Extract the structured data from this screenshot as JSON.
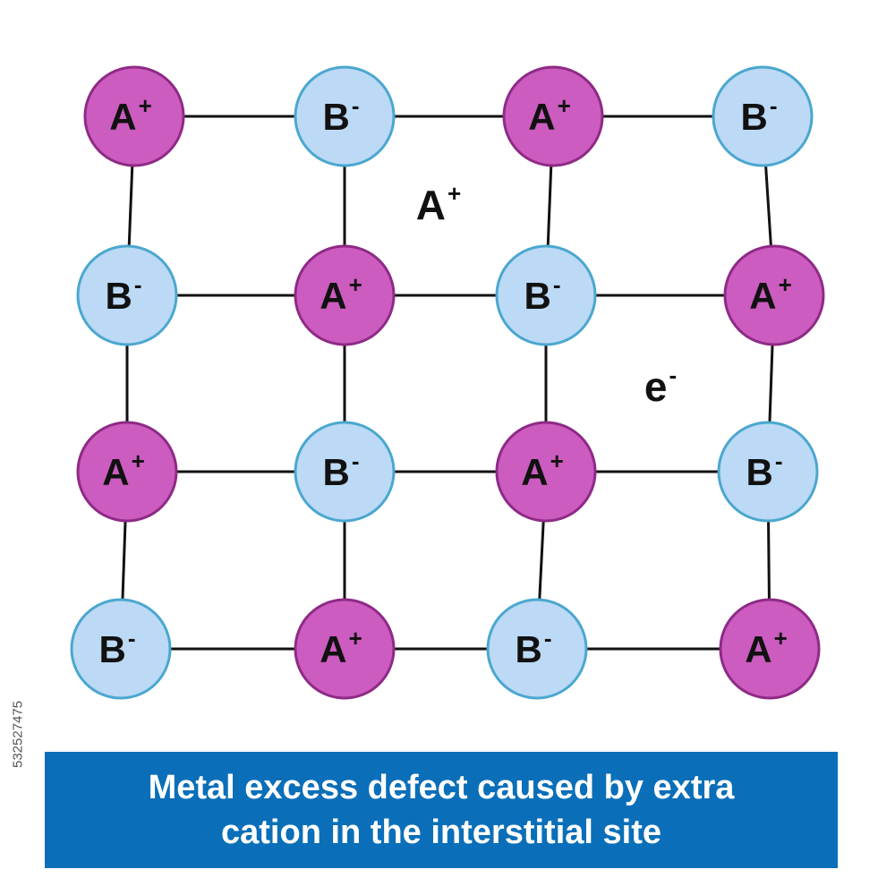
{
  "colors": {
    "cation_fill": "#cc5cbf",
    "cation_stroke": "#8e2a86",
    "anion_fill": "#bcd9f5",
    "anion_stroke": "#4aa7cf",
    "bond": "#111111",
    "caption_bg": "#0a6fb8",
    "caption_text": "#ffffff"
  },
  "lattice": {
    "ions": [
      {
        "row": 0,
        "col": 0,
        "base": "A",
        "charge": "+",
        "kind": "cation"
      },
      {
        "row": 0,
        "col": 1,
        "base": "B",
        "charge": "-",
        "kind": "anion"
      },
      {
        "row": 0,
        "col": 2,
        "base": "A",
        "charge": "+",
        "kind": "cation"
      },
      {
        "row": 0,
        "col": 3,
        "base": "B",
        "charge": "-",
        "kind": "anion"
      },
      {
        "row": 1,
        "col": 0,
        "base": "B",
        "charge": "-",
        "kind": "anion"
      },
      {
        "row": 1,
        "col": 1,
        "base": "A",
        "charge": "+",
        "kind": "cation"
      },
      {
        "row": 1,
        "col": 2,
        "base": "B",
        "charge": "-",
        "kind": "anion"
      },
      {
        "row": 1,
        "col": 3,
        "base": "A",
        "charge": "+",
        "kind": "cation"
      },
      {
        "row": 2,
        "col": 0,
        "base": "A",
        "charge": "+",
        "kind": "cation"
      },
      {
        "row": 2,
        "col": 1,
        "base": "B",
        "charge": "-",
        "kind": "anion"
      },
      {
        "row": 2,
        "col": 2,
        "base": "A",
        "charge": "+",
        "kind": "cation"
      },
      {
        "row": 2,
        "col": 3,
        "base": "B",
        "charge": "-",
        "kind": "anion"
      },
      {
        "row": 3,
        "col": 0,
        "base": "B",
        "charge": "-",
        "kind": "anion"
      },
      {
        "row": 3,
        "col": 1,
        "base": "A",
        "charge": "+",
        "kind": "cation"
      },
      {
        "row": 3,
        "col": 2,
        "base": "B",
        "charge": "-",
        "kind": "anion"
      },
      {
        "row": 3,
        "col": 3,
        "base": "A",
        "charge": "+",
        "kind": "cation"
      }
    ],
    "interstitial_cation": {
      "base": "A",
      "charge": "+"
    },
    "free_electron": {
      "base": "e",
      "charge": "-"
    }
  },
  "caption": {
    "line1": "Metal excess defect caused by extra",
    "line2": "cation in the interstitial site"
  },
  "watermark_id": "532527475"
}
